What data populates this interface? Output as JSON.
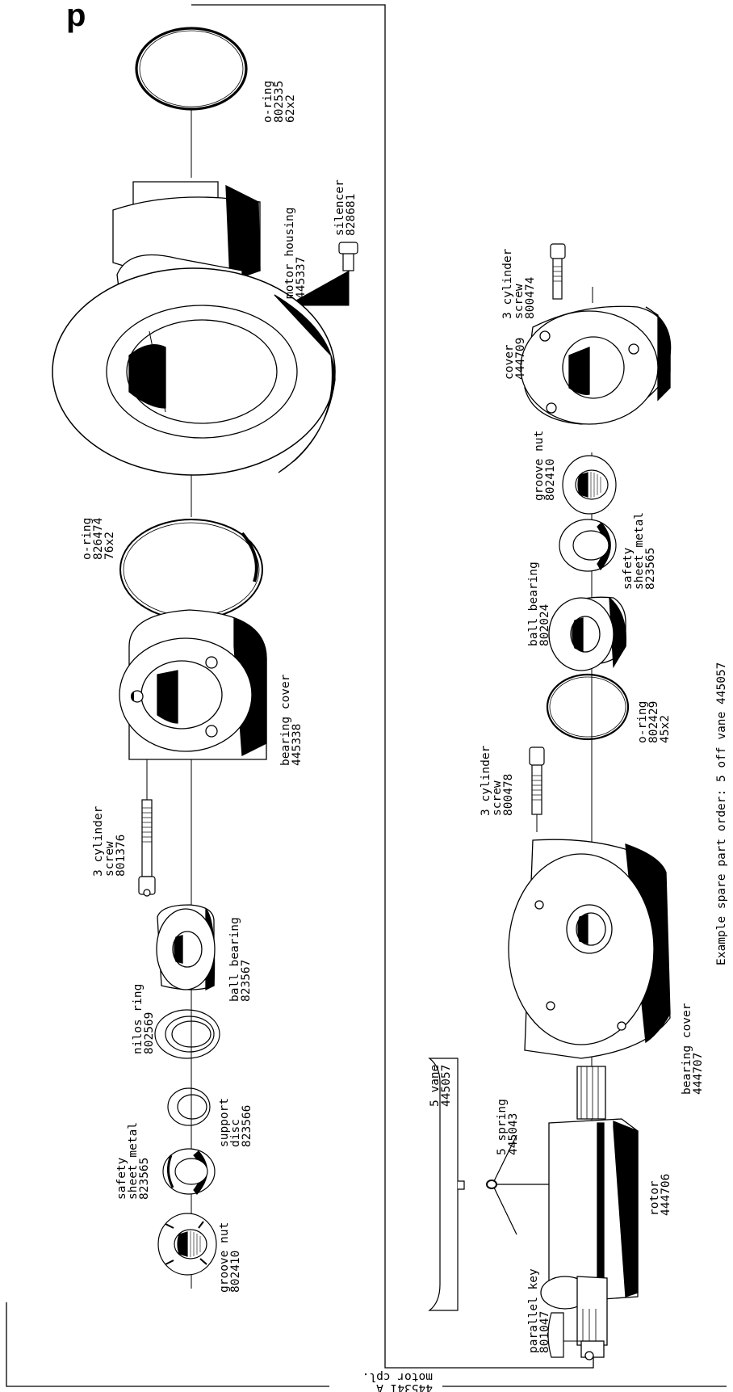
{
  "drawing": {
    "title_fragment": "p",
    "assembly_label": [
      "motor cpl.",
      "445341 A"
    ],
    "footnote": "Example spare part order: 5 off vane 445057"
  },
  "parts": {
    "oring_top": {
      "lines": [
        "o-ring",
        "802535",
        "62x2"
      ]
    },
    "silencer": {
      "lines": [
        "silencer",
        "828681"
      ]
    },
    "motor_housing": {
      "lines": [
        "motor housing",
        "445337"
      ]
    },
    "oring_mid": {
      "lines": [
        "o-ring",
        "826474",
        "76x2"
      ]
    },
    "bearing_cover_top": {
      "lines": [
        "bearing cover",
        "445338"
      ]
    },
    "screw_801376": {
      "lines": [
        "3 cylinder",
        "screw",
        "801376"
      ]
    },
    "ball_bearing_823567": {
      "lines": [
        "ball bearing",
        "823567"
      ]
    },
    "nilos_ring": {
      "lines": [
        "nilos ring",
        "802569"
      ]
    },
    "support_disc": {
      "lines": [
        "support",
        "disc",
        "823566"
      ]
    },
    "safety_sheet_left": {
      "lines": [
        "safety",
        "sheet metal",
        "823565"
      ]
    },
    "groove_nut_left": {
      "lines": [
        "groove nut",
        "802410"
      ]
    },
    "screw_800474": {
      "lines": [
        "3 cylinder",
        "screw",
        "800474"
      ]
    },
    "cover_444709": {
      "lines": [
        "cover",
        "444709"
      ]
    },
    "groove_nut_right": {
      "lines": [
        "groove nut",
        "802410"
      ]
    },
    "safety_sheet_right": {
      "lines": [
        "safety",
        "sheet metal",
        "823565"
      ]
    },
    "ball_bearing_802024": {
      "lines": [
        "ball bearing",
        "802024"
      ]
    },
    "oring_802429": {
      "lines": [
        "o-ring",
        "802429",
        "45x2"
      ]
    },
    "screw_800478": {
      "lines": [
        "3 cylinder",
        "screw",
        "800478"
      ]
    },
    "bearing_cover_444707": {
      "lines": [
        "bearing cover",
        "444707"
      ]
    },
    "vane": {
      "lines": [
        "5 vane",
        "445057"
      ]
    },
    "spring": {
      "lines": [
        "5 spring",
        "445043"
      ]
    },
    "rotor": {
      "lines": [
        "rotor",
        "444706"
      ]
    },
    "parallel_key": {
      "lines": [
        "parallel key",
        "801047"
      ]
    }
  }
}
